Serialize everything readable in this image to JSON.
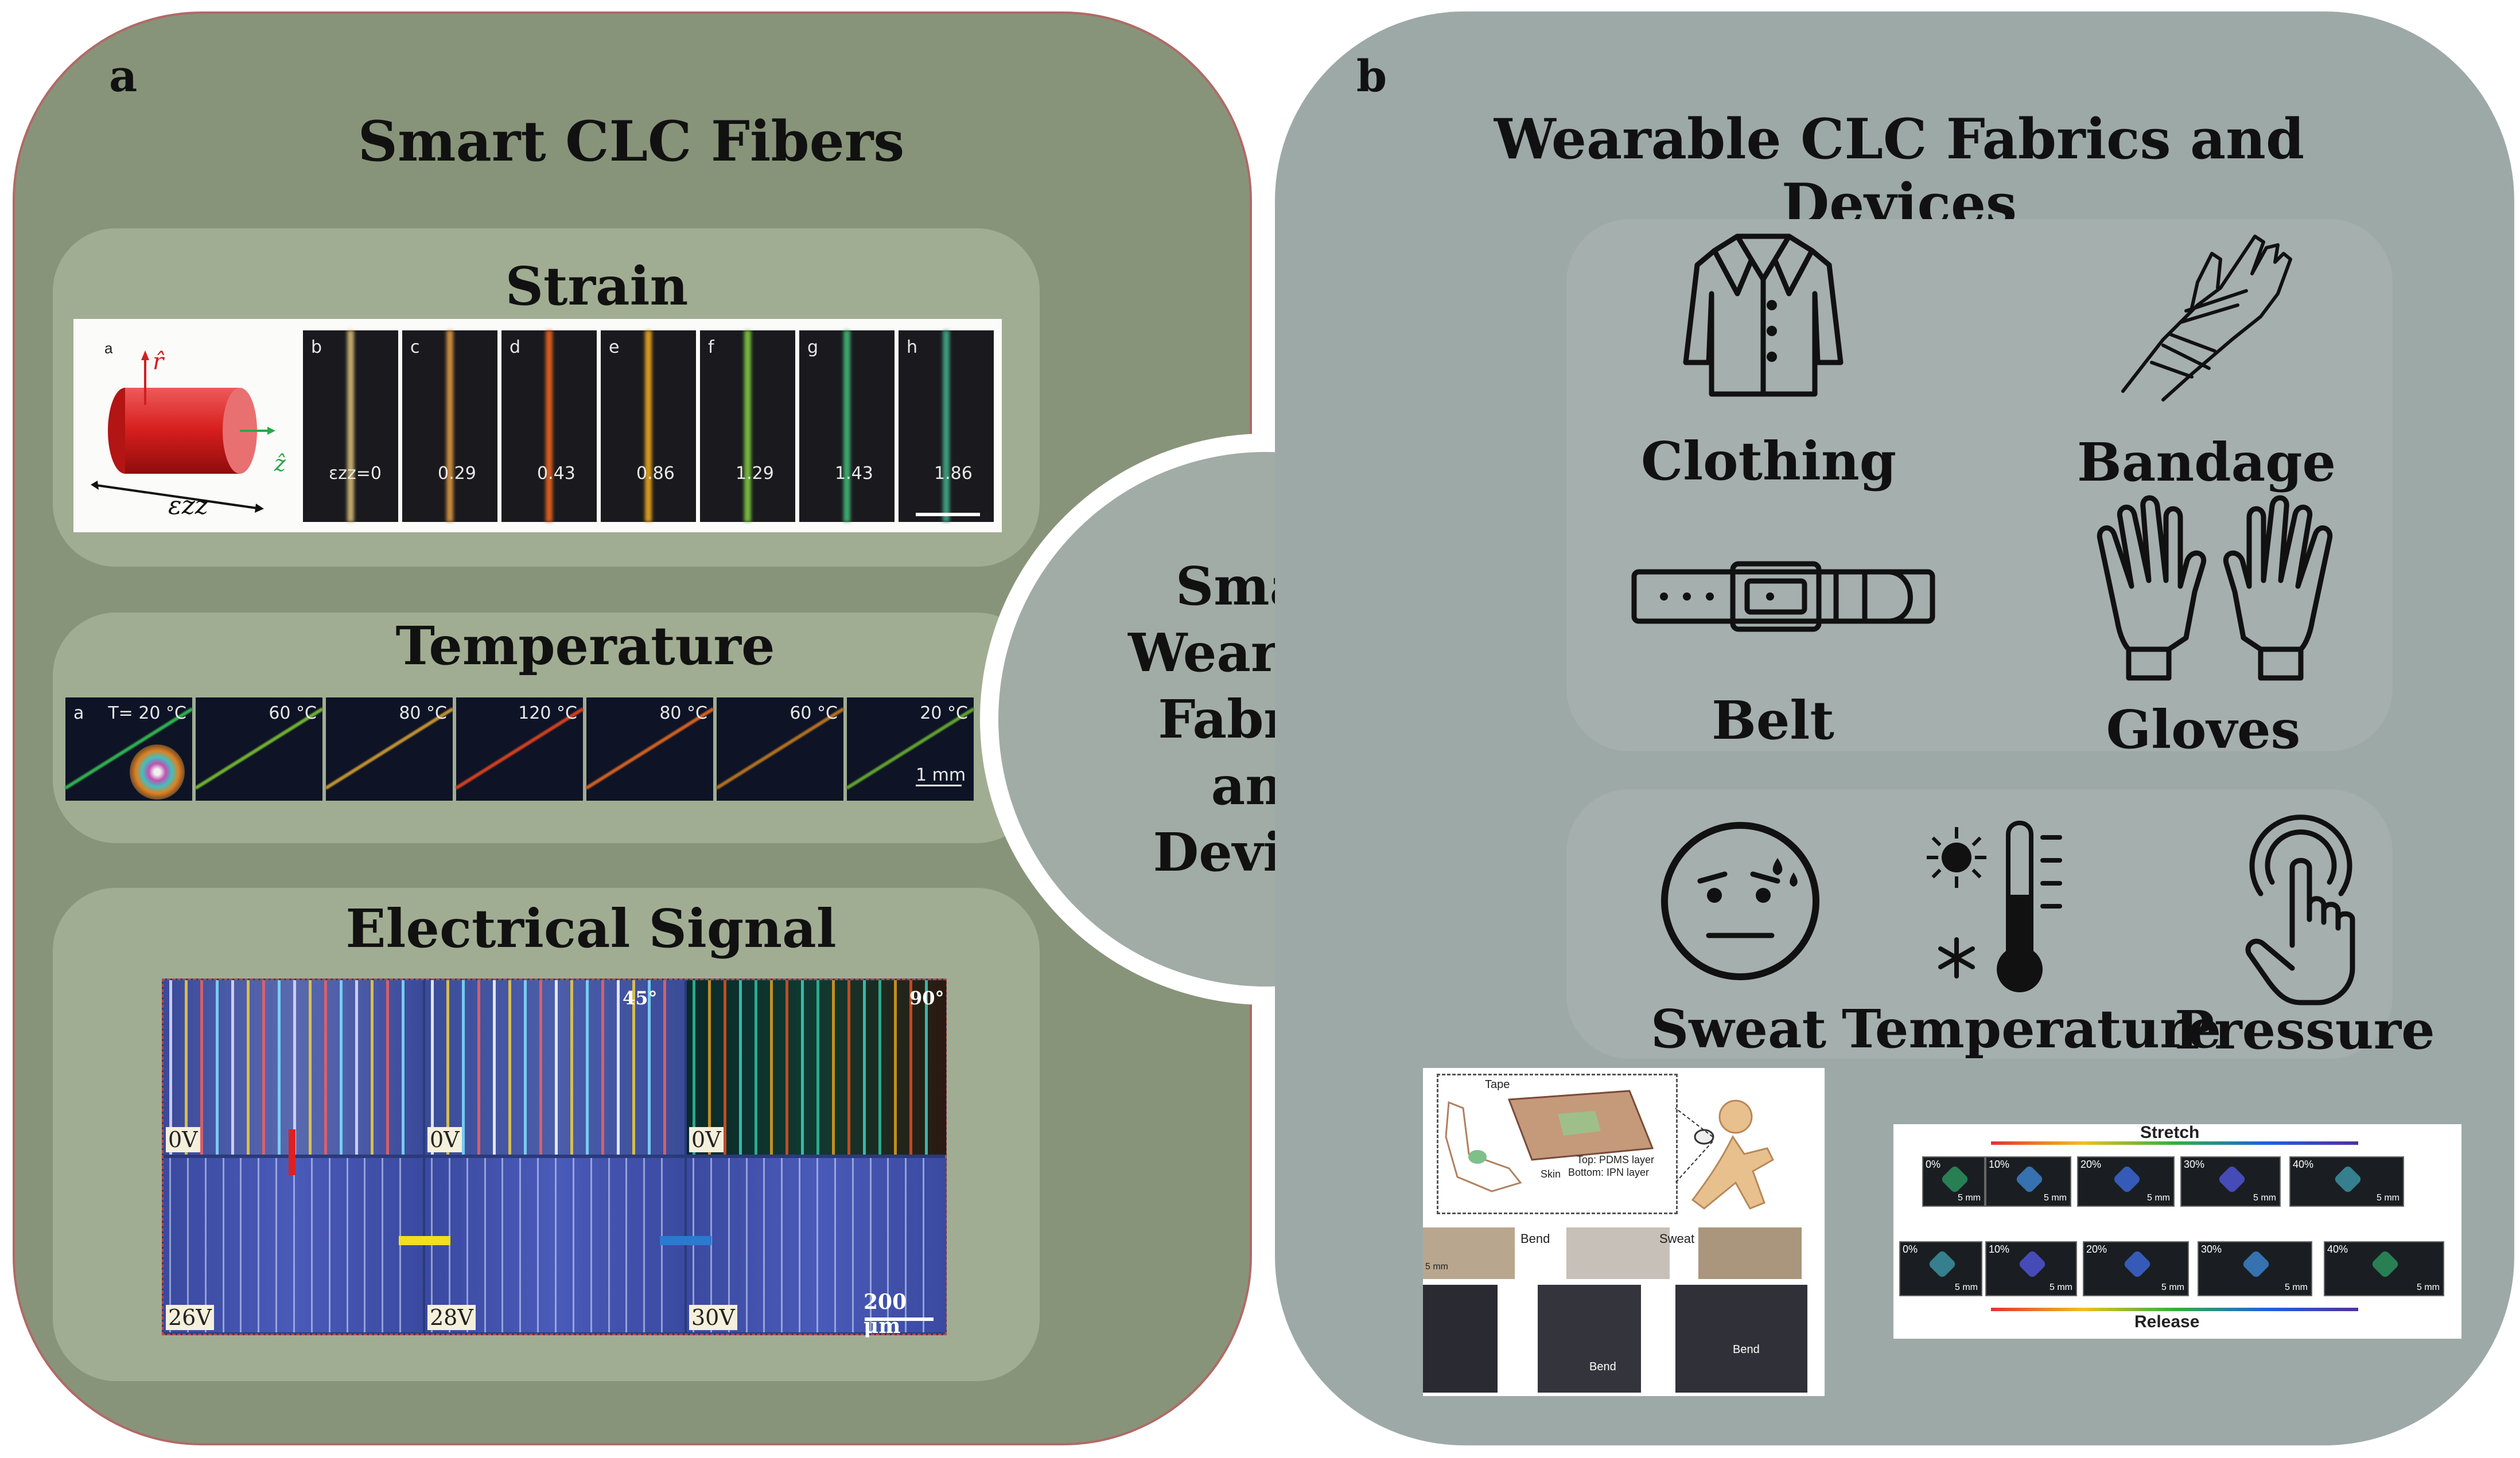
{
  "panel_a": {
    "letter": "a",
    "title": "Smart CLC Fibers",
    "strain": {
      "heading": "Strain",
      "diagram_label": "a",
      "r_hat": "r̂",
      "z_hat": "ẑ",
      "epsilon": "εzz",
      "frames": [
        {
          "letter": "b",
          "value": "εzz=0"
        },
        {
          "letter": "c",
          "value": "0.29"
        },
        {
          "letter": "d",
          "value": "0.43"
        },
        {
          "letter": "e",
          "value": "0.86"
        },
        {
          "letter": "f",
          "value": "1.29"
        },
        {
          "letter": "g",
          "value": "1.43"
        },
        {
          "letter": "h",
          "value": "1.86"
        }
      ]
    },
    "temperature": {
      "heading": "Temperature",
      "frame_letter": "a",
      "frames": [
        "T= 20 °C",
        "60 °C",
        "80 °C",
        "120 °C",
        "80 °C",
        "60 °C",
        "20 °C"
      ],
      "scale": "1 mm"
    },
    "electrical": {
      "heading": "Electrical Signal",
      "top_labels": [
        "0V",
        "0V",
        "0V"
      ],
      "bottom_labels": [
        "26V",
        "28V",
        "30V"
      ],
      "angle1": "45°",
      "angle2": "90°",
      "scale": "200 μm"
    }
  },
  "center": {
    "text": "Smart Wearable Fabrics and Devices"
  },
  "panel_b": {
    "letter": "b",
    "title": "Wearable CLC Fabrics and Devices",
    "items": {
      "clothing": "Clothing",
      "bandage": "Bandage",
      "belt": "Belt",
      "gloves": "Gloves",
      "sweat": "Sweat",
      "temperature": "Temperature",
      "pressure": "Pressure"
    },
    "sweat_fig": {
      "tape": "Tape",
      "skin": "Skin",
      "top": "Top: PDMS layer",
      "bottom": "Bottom: IPN layer",
      "bend": "Bend",
      "sweat": "Sweat",
      "scale": "5 mm"
    },
    "stretch_fig": {
      "stretch": "Stretch",
      "release": "Release",
      "top_pct": [
        "0%",
        "10%",
        "20%",
        "30%",
        "40%"
      ],
      "bottom_pct": [
        "0%",
        "10%",
        "20%",
        "30%",
        "40%"
      ],
      "scale": "5 mm"
    }
  },
  "colors": {
    "panel_a": "#889479",
    "panel_b": "#9da9a7",
    "box_a": "#a1ad92",
    "box_b": "#a5afad"
  }
}
